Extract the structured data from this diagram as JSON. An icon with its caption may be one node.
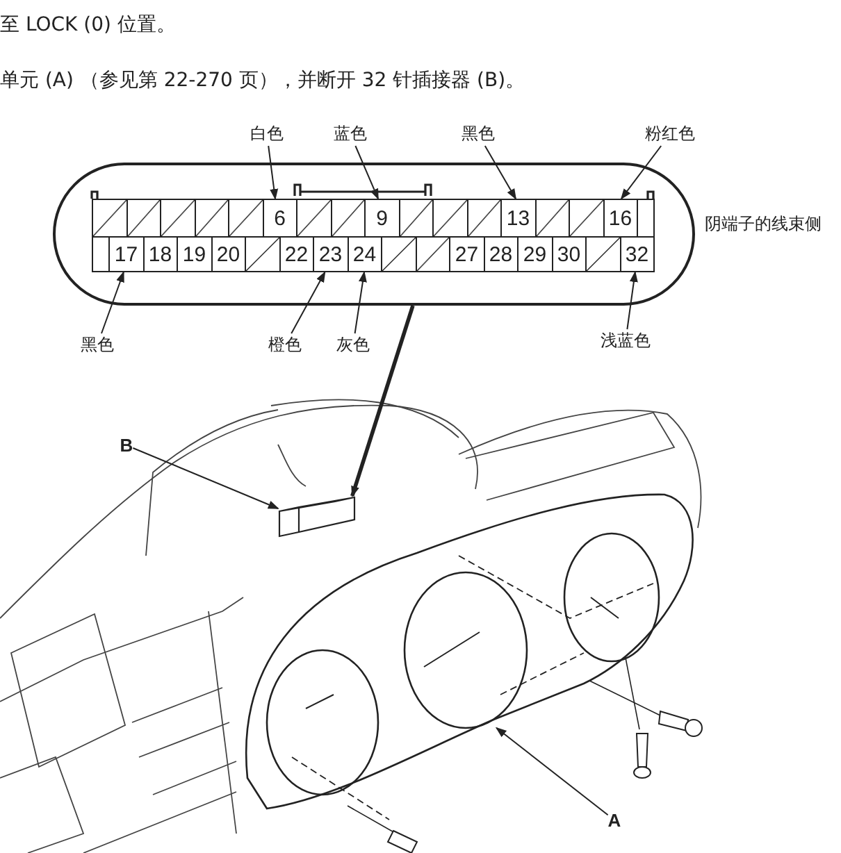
{
  "diagram": {
    "nodes": [
      {
        "text": [],
        "shape": "box"
      },
      {
        "text": [],
        "shape": "box",
        "in": 0
      },
      {
        "text": [],
        "shape": "box",
        "in": 0
      },
      {
        "text": [],
        "shape": "box",
        "in": 0
      },
      {
        "text": [],
        "shape": "box",
        "in": 0
      },
      {
        "text": [],
        "shape": "box",
        "in": 0
      },
      {
        "text": [
          "6"
        ],
        "in": 0
      },
      {
        "text": [],
        "shape": "box",
        "in": 0
      },
      {
        "text": [],
        "shape": "box",
        "in": 0
      },
      {
        "text": [
          "9"
        ],
        "in": 0
      },
      {
        "text": [],
        "shape": "box",
        "in": 0
      },
      {
        "text": [],
        "shape": "box",
        "in": 0
      },
      {
        "text": [],
        "shape": "box",
        "in": 0
      },
      {
        "text": [
          "13"
        ],
        "in": 0
      },
      {
        "text": [],
        "shape": "box",
        "in": 0
      },
      {
        "text": [],
        "shape": "box",
        "in": 0
      },
      {
        "text": [
          "16"
        ],
        "in": 0
      },
      {
        "text": [],
        "shape": "box",
        "in": 0
      },
      {
        "text": [],
        "shape": "box",
        "in": 0
      },
      {
        "text": [
          "17"
        ],
        "in": 0
      },
      {
        "text": [
          "18"
        ],
        "in": 0
      },
      {
        "text": [
          "19"
        ],
        "in": 0
      },
      {
        "text": [
          "20"
        ],
        "in": 0
      },
      {
        "text": [],
        "shape": "box",
        "in": 0
      },
      {
        "text": [
          "22"
        ],
        "in": 0
      },
      {
        "text": [
          "23"
        ],
        "in": 0
      },
      {
        "text": [
          "24"
        ],
        "in": 0
      },
      {
        "text": [],
        "shape": "box",
        "in": 0
      },
      {
        "text": [],
        "shape": "box",
        "in": 0
      },
      {
        "text": [
          "27"
        ],
        "in": 0
      },
      {
        "text": [
          "28"
        ],
        "in": 0
      },
      {
        "text": [
          "29"
        ],
        "in": 0
      },
      {
        "text": [
          "30"
        ],
        "in": 0
      },
      {
        "text": [],
        "shape": "box",
        "in": 0
      },
      {
        "text": [
          "32"
        ],
        "in": 0
      },
      {
        "text": [
          "白色"
        ]
      },
      {
        "text": [
          "蓝色"
        ]
      },
      {
        "text": [
          "黑色"
        ]
      },
      {
        "text": [
          "粉红色"
        ]
      },
      {
        "text": [
          "黑色"
        ]
      },
      {
        "text": [
          "橙色"
        ]
      },
      {
        "text": [
          "灰色"
        ]
      },
      {
        "text": [
          "浅蓝色"
        ]
      },
      {
        "text": [
          "B"
        ]
      },
      {
        "text": [],
        "shape": "box"
      },
      {
        "text": [],
        "shape": "picture"
      },
      {
        "text": [
          "A"
        ]
      }
    ],
    "edges": [
      {
        "from": 35,
        "to": 6,
        "arrow": "to"
      },
      {
        "from": 36,
        "to": 9,
        "arrow": "to"
      },
      {
        "from": 37,
        "to": 13,
        "arrow": "to"
      },
      {
        "from": 38,
        "to": 16,
        "arrow": "to"
      },
      {
        "from": 39,
        "to": 19,
        "arrow": "to"
      },
      {
        "from": 40,
        "to": 25,
        "arrow": "to"
      },
      {
        "from": 41,
        "to": 26,
        "arrow": "to"
      },
      {
        "from": 42,
        "to": 34,
        "arrow": "to"
      },
      {
        "from": 43,
        "to": 44,
        "arrow": "to"
      },
      {
        "from": 0,
        "to": 44,
        "arrow": "to",
        "style": "thick"
      },
      {
        "from": 46,
        "to": 45,
        "arrow": "to"
      }
    ],
    "labels": [
      "至 LOCK (0) 位置。",
      "单元 (A) （参见第 22-270 页），并断开 32 针插接器 (B)。",
      "阴端子的线束侧"
    ]
  }
}
